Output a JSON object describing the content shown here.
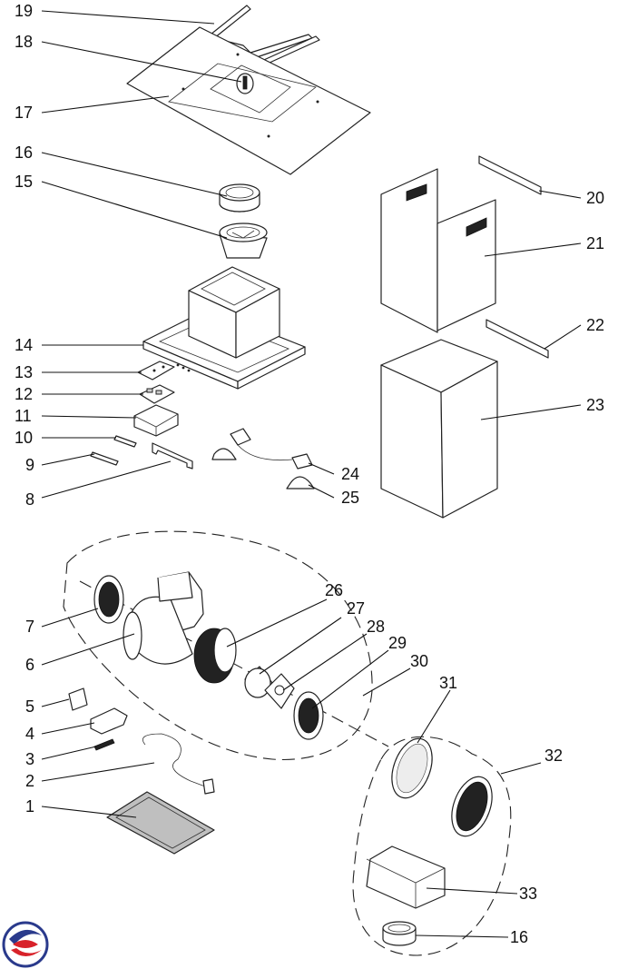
{
  "labels": [
    "1",
    "2",
    "3",
    "4",
    "5",
    "6",
    "7",
    "8",
    "9",
    "10",
    "11",
    "12",
    "13",
    "14",
    "15",
    "16",
    "17",
    "18",
    "19",
    "20",
    "21",
    "22",
    "23",
    "24",
    "25",
    "26",
    "27",
    "28",
    "29",
    "30",
    "31",
    "32",
    "33"
  ],
  "logo": {
    "name": "brand-logo",
    "colors": [
      "#2a3a8c",
      "#d8222a"
    ]
  }
}
